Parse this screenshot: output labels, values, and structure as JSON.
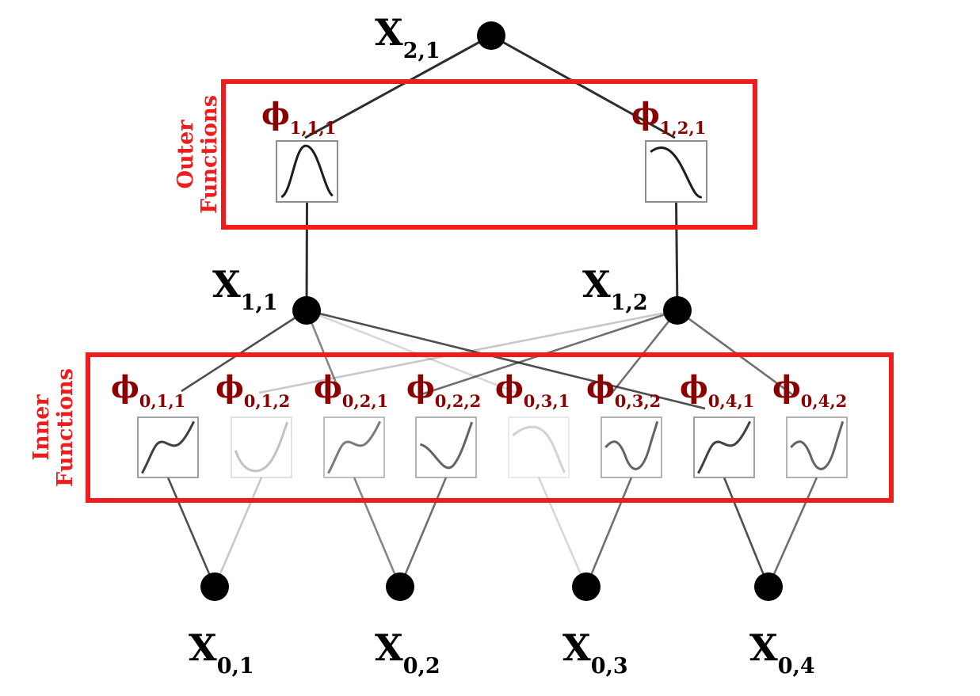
{
  "colors": {
    "frame": "#ee1c1c",
    "phi_label": "#8b0000",
    "node": "#000000",
    "edge": "#222222"
  },
  "groups": {
    "outer": {
      "line1": "Outer",
      "line2": "Functions"
    },
    "inner": {
      "line1": "Inner",
      "line2": "Functions"
    }
  },
  "nodes": {
    "x21": {
      "base": "X",
      "sub": "2,1"
    },
    "x11": {
      "base": "X",
      "sub": "1,1"
    },
    "x12": {
      "base": "X",
      "sub": "1,2"
    },
    "x01": {
      "base": "X",
      "sub": "0,1"
    },
    "x02": {
      "base": "X",
      "sub": "0,2"
    },
    "x03": {
      "base": "X",
      "sub": "0,3"
    },
    "x04": {
      "base": "X",
      "sub": "0,4"
    }
  },
  "outer_functions": [
    {
      "symbol": "ϕ",
      "sub": "1,1,1",
      "shape": "bump",
      "opacity": 0.95
    },
    {
      "symbol": "ϕ",
      "sub": "1,2,1",
      "shape": "bump-left",
      "opacity": 0.95
    }
  ],
  "inner_functions": [
    {
      "symbol": "ϕ",
      "sub": "0,1,1",
      "shape": "s-curve",
      "opacity": 0.8
    },
    {
      "symbol": "ϕ",
      "sub": "0,1,2",
      "shape": "u-rise",
      "opacity": 0.25
    },
    {
      "symbol": "ϕ",
      "sub": "0,2,1",
      "shape": "s-curve",
      "opacity": 0.55
    },
    {
      "symbol": "ϕ",
      "sub": "0,2,2",
      "shape": "dip-rise",
      "opacity": 0.65
    },
    {
      "symbol": "ϕ",
      "sub": "0,3,1",
      "shape": "hump",
      "opacity": 0.18
    },
    {
      "symbol": "ϕ",
      "sub": "0,3,2",
      "shape": "wave",
      "opacity": 0.65
    },
    {
      "symbol": "ϕ",
      "sub": "0,4,1",
      "shape": "s-curve",
      "opacity": 0.8
    },
    {
      "symbol": "ϕ",
      "sub": "0,4,2",
      "shape": "wave",
      "opacity": 0.65
    }
  ]
}
